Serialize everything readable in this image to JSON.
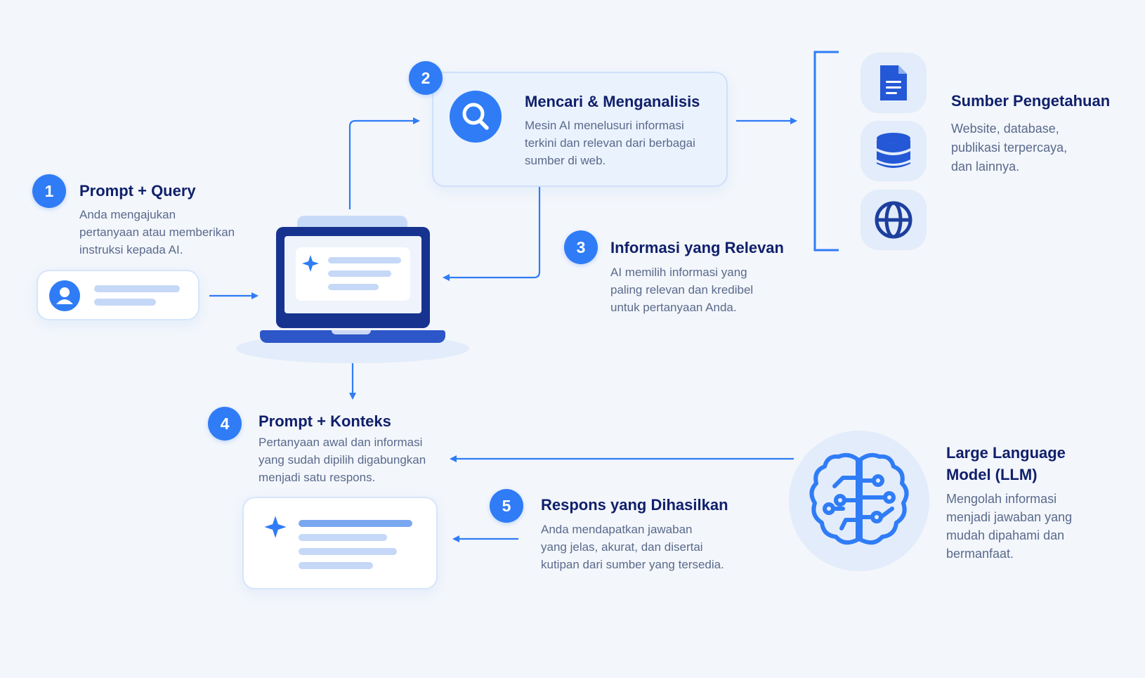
{
  "steps": {
    "s1": {
      "number": "1",
      "title": "Prompt + Query",
      "desc": [
        "Anda mengajukan",
        "pertanyaan atau memberikan",
        "instruksi kepada AI."
      ]
    },
    "s2": {
      "number": "2",
      "title": "Mencari & Menganalisis",
      "desc": [
        "Mesin AI menelusuri informasi",
        "terkini dan relevan dari berbagai",
        "sumber di web."
      ]
    },
    "s3": {
      "number": "3",
      "title": "Informasi yang Relevan",
      "desc": [
        "AI memilih informasi yang",
        "paling relevan dan kredibel",
        "untuk pertanyaan Anda."
      ]
    },
    "s4": {
      "number": "4",
      "title": "Prompt + Konteks",
      "desc": [
        "Pertanyaan awal dan informasi",
        "yang sudah dipilih digabungkan",
        "menjadi satu respons."
      ]
    },
    "s5": {
      "number": "5",
      "title": "Respons yang Dihasilkan",
      "desc": [
        "Anda mendapatkan jawaban",
        "yang jelas, akurat, dan disertai",
        "kutipan dari sumber yang tersedia."
      ]
    }
  },
  "knowledge": {
    "title": "Sumber Pengetahuan",
    "desc": [
      "Website, database,",
      "publikasi terpercaya,",
      "dan lainnya."
    ],
    "icons": [
      "document-icon",
      "database-icon",
      "globe-icon"
    ]
  },
  "llm": {
    "title_lines": [
      "Large Language",
      "Model (LLM)"
    ],
    "desc": [
      "Mengolah informasi",
      "menjadi jawaban yang",
      "mudah dipahami dan",
      "bermanfaat."
    ],
    "icon": "brain-icon"
  },
  "colors": {
    "accent": "#2f7cf6",
    "navy": "#10206b",
    "laptop": "#1b3a9e",
    "background": "#f3f6fb"
  }
}
